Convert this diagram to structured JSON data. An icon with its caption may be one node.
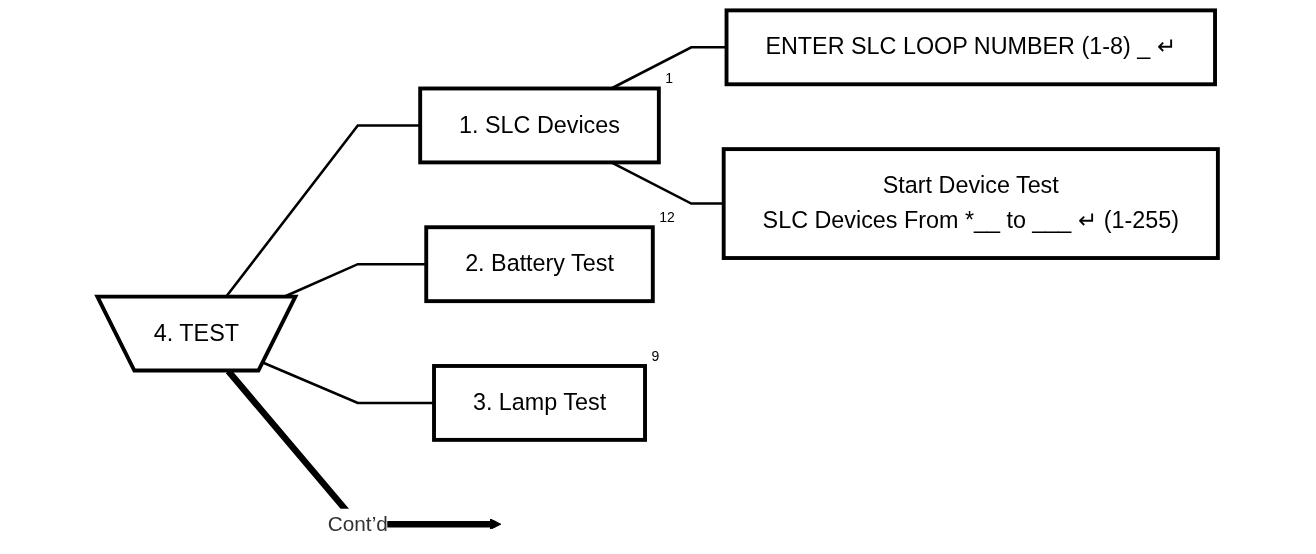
{
  "diagram": {
    "nodes": [
      {
        "text": [
          "4. TEST"
        ]
      },
      {
        "text": [
          "1. SLC Devices"
        ],
        "beside": [
          "1"
        ]
      },
      {
        "text": [
          "2. Battery Test"
        ],
        "beside": [
          "12"
        ]
      },
      {
        "text": [
          "3. Lamp Test"
        ],
        "beside": [
          "9"
        ]
      },
      {
        "text": [
          "ENTER SLC LOOP NUMBER (1-8) _ ↵"
        ]
      },
      {
        "text": [
          "Start Device Test",
          "SLC Devices From *__ to ___ ↵ (1-255)"
        ]
      }
    ],
    "edges": [
      {
        "from": 0,
        "to": null,
        "arrow": "to",
        "label": "Cont’d",
        "style": "thick"
      },
      {
        "from": 0,
        "to": 1,
        "arrow": "none"
      },
      {
        "from": 0,
        "to": 2,
        "arrow": "none"
      },
      {
        "from": 0,
        "to": 3,
        "arrow": "none"
      },
      {
        "from": 1,
        "to": 4,
        "arrow": "none"
      },
      {
        "from": 1,
        "to": 5,
        "arrow": "none"
      }
    ]
  }
}
